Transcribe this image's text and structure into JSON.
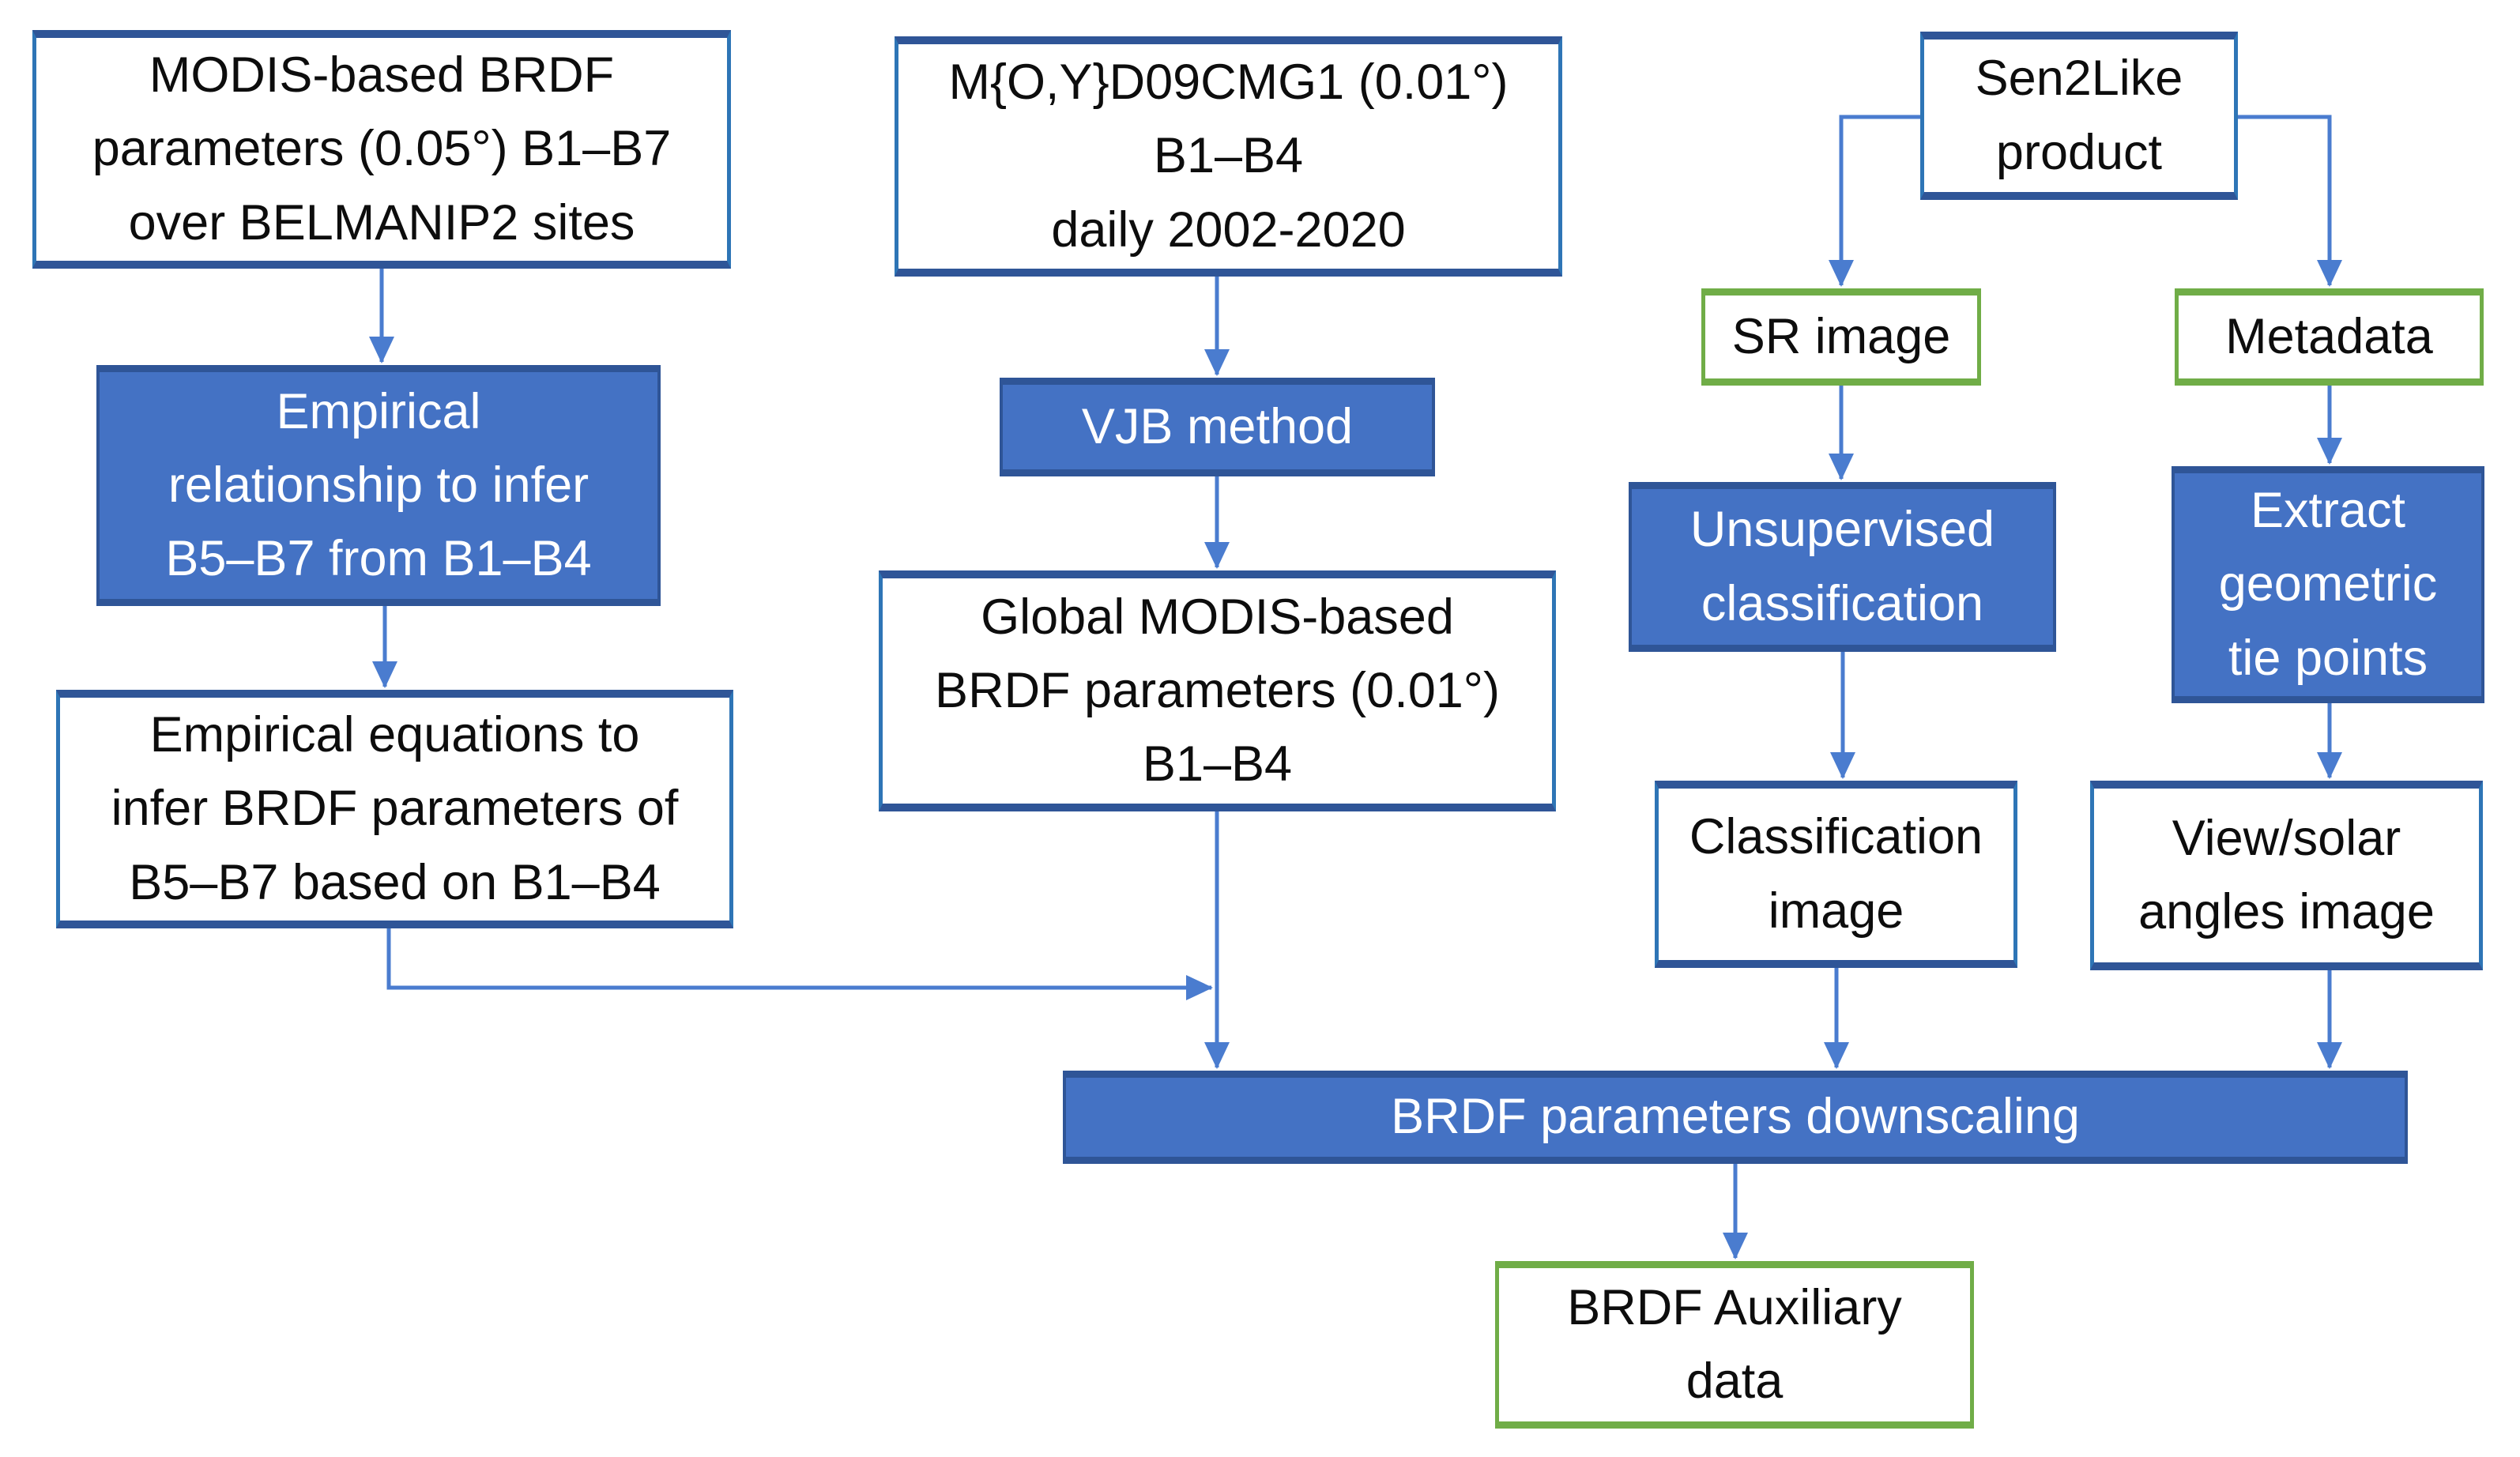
{
  "diagram": {
    "colors": {
      "background": "#ffffff",
      "process_fill": "#4472C4",
      "process_border": "#2F5597",
      "data_border_blue": "#2E75B6",
      "data_border_green": "#70AD47",
      "connector": "#4A7CCF",
      "text_dark": "#0d0d0d",
      "text_light": "#ffffff"
    },
    "nodes": {
      "modis_brdf": {
        "lines": [
          "MODIS-based BRDF",
          "parameters (0.05°) B1–B7",
          "over BELMANIP2 sites"
        ]
      },
      "empirical_relationship": {
        "lines": [
          "Empirical",
          "relationship to infer",
          "B5–B7 from B1–B4"
        ]
      },
      "empirical_equations": {
        "lines": [
          "Empirical equations to",
          "infer BRDF parameters of",
          "B5–B7 based on B1–B4"
        ]
      },
      "myd09cmg1": {
        "lines": [
          "M{O,Y}D09CMG1 (0.01°)",
          "B1–B4",
          "daily 2002-2020"
        ]
      },
      "vjb_method": {
        "lines": [
          "VJB method"
        ]
      },
      "global_brdf": {
        "lines": [
          "Global MODIS-based",
          "BRDF parameters (0.01°)",
          "B1–B4"
        ]
      },
      "sen2like_product": {
        "lines": [
          "Sen2Like",
          "product"
        ]
      },
      "sr_image": {
        "lines": [
          "SR image"
        ]
      },
      "metadata": {
        "lines": [
          "Metadata"
        ]
      },
      "unsupervised_classification": {
        "lines": [
          "Unsupervised",
          "classification"
        ]
      },
      "extract_tie_points": {
        "lines": [
          "Extract",
          "geometric",
          "tie points"
        ]
      },
      "classification_image": {
        "lines": [
          "Classification",
          "image"
        ]
      },
      "view_solar_angles": {
        "lines": [
          "View/solar",
          "angles image"
        ]
      },
      "brdf_downscaling": {
        "lines": [
          "BRDF parameters downscaling"
        ]
      },
      "brdf_auxiliary": {
        "lines": [
          "BRDF Auxiliary",
          "data"
        ]
      }
    }
  }
}
